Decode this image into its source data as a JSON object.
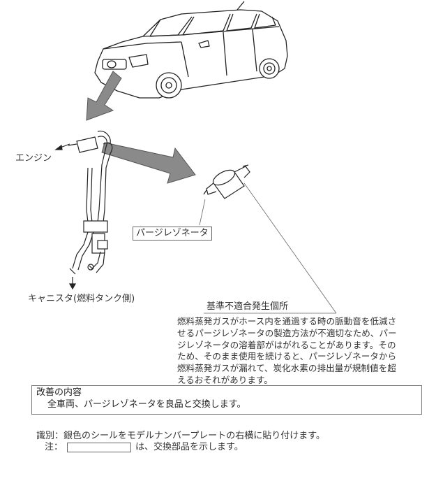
{
  "labels": {
    "engine": "エンジン",
    "resonator": "パージレゾネータ",
    "canister": "キャニスタ(燃料タンク側)"
  },
  "defect": {
    "heading": "基準不適合発生個所",
    "lines": [
      "燃料蒸発ガスがホース内を通過する時の脈動音を低減さ",
      "せるパージレゾネータの製造方法が不適切なため、パー",
      "ジレゾネータの溶着部がはがれることがあります。その",
      "ため、そのまま使用を続けると、パージレゾネータから",
      "燃料蒸発ガスが漏れて、炭化水素の排出量が規制値を超",
      "えるおそれがあります。"
    ]
  },
  "improvement": {
    "heading": "改善の内容",
    "body": "全車両、パージレゾネータを良品と交換します。"
  },
  "notes": {
    "id_label": "識別：",
    "id_text": "銀色のシールをモデルナンバープレートの右横に貼り付けます。",
    "note_label": "注：",
    "note_text": "は、交換部品を示します。"
  }
}
